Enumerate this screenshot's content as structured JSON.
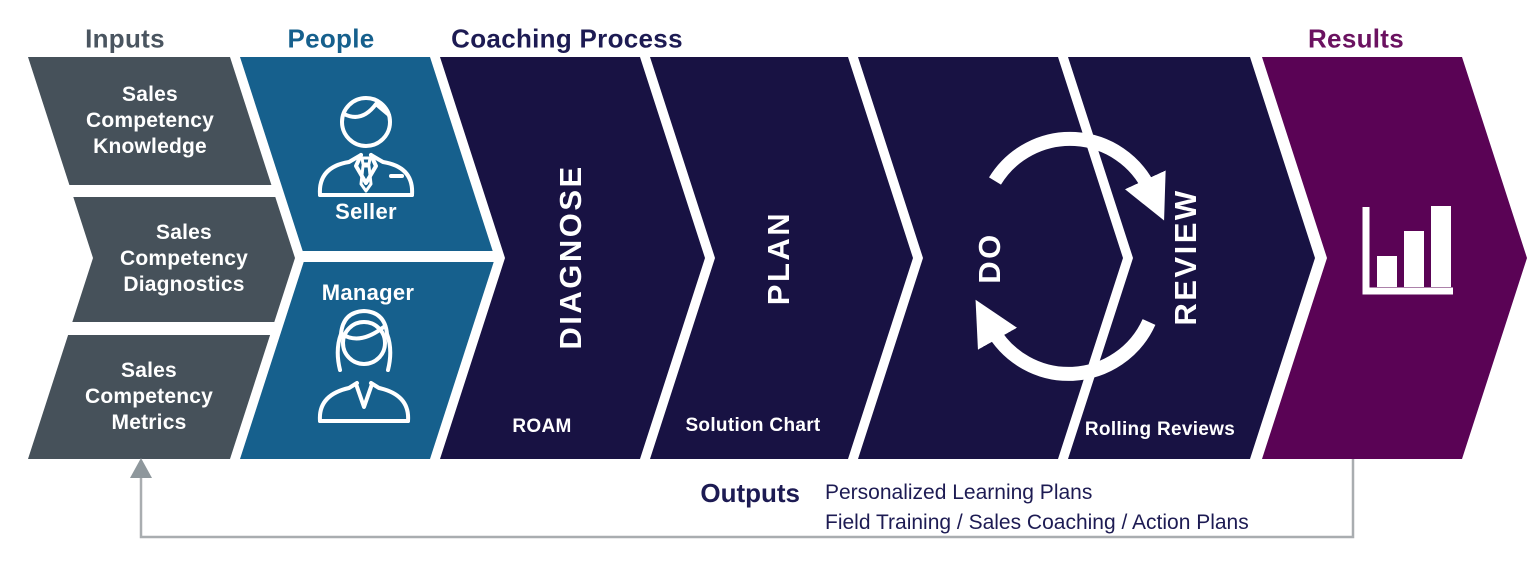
{
  "headers": {
    "inputs": "Inputs",
    "people": "People",
    "process": "Coaching Process",
    "results": "Results"
  },
  "inputs": {
    "items": [
      "Sales Competency Knowledge",
      "Sales Competency Diagnostics",
      "Sales Competency Metrics"
    ]
  },
  "people": {
    "roles": [
      {
        "label": "Seller",
        "icon": "seller-icon"
      },
      {
        "label": "Manager",
        "icon": "manager-icon"
      }
    ]
  },
  "process": {
    "steps": [
      {
        "label": "DIAGNOSE",
        "sublabel": "ROAM"
      },
      {
        "label": "PLAN",
        "sublabel": "Solution Chart"
      },
      {
        "label": "DO",
        "sublabel": ""
      },
      {
        "label": "REVIEW",
        "sublabel": "Rolling Reviews"
      }
    ],
    "cycle_icon": "cycle-arrows-icon"
  },
  "results": {
    "icon": "bar-chart-icon"
  },
  "outputs": {
    "label": "Outputs",
    "lines": [
      "Personalized Learning Plans",
      "Field Training / Sales Coaching / Action Plans"
    ]
  },
  "colors": {
    "slate": "#46515A",
    "blue": "#16608D",
    "navy": "#181243",
    "purple": "#5A0355",
    "header_inputs": "#4A5560",
    "header_people": "#16608D",
    "header_process": "#1D1B53",
    "header_results": "#6B1260",
    "outputs_text": "#1D1B53",
    "feedback_line": "#A9ADB0",
    "feedback_arrowhead": "#8E979C"
  }
}
